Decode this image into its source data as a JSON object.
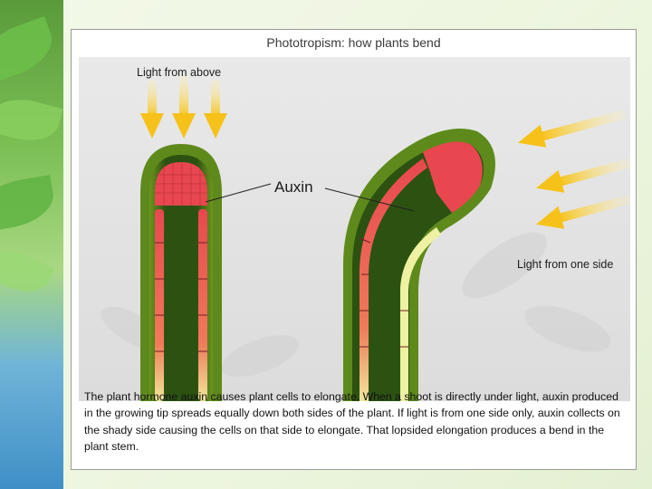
{
  "title": "Phototropism: how plants bend",
  "labels": {
    "light_above": "Light from above",
    "auxin": "Auxin",
    "light_side": "Light from one side"
  },
  "caption": "The plant hormone auxin causes plant cells to elongate. When a shoot is directly under light, auxin produced in the growing tip spreads equally down both sides of the plant. If light is from one side only, auxin collects on the shady side causing the cells on that side to elongate. That lopsided elongation produces a bend in the plant stem.",
  "colors": {
    "arrow": "#f6c21a",
    "stem_dark": "#23460f",
    "stem_outer": "#5e8a1c",
    "auxin_cells": "#e8474f",
    "light_cells": "#eef2a2"
  }
}
